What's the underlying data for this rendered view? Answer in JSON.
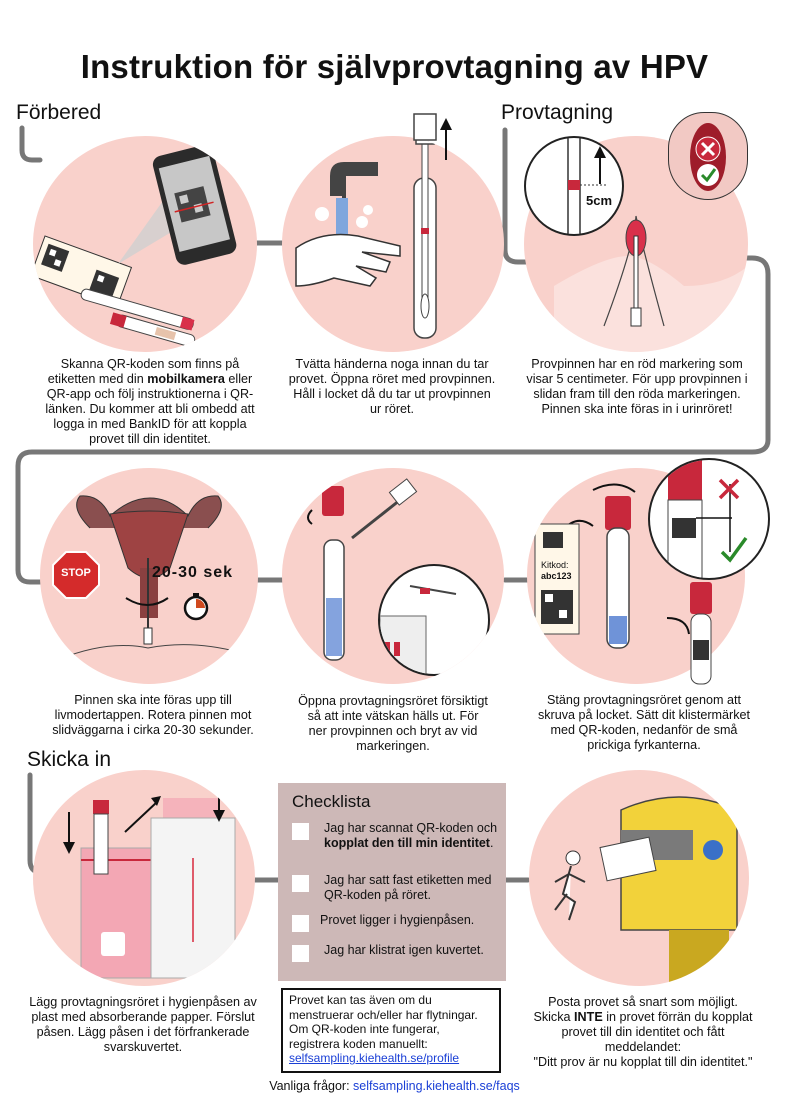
{
  "title": "Instruktion för självprovtagning av HPV",
  "sections": {
    "prepare": "Förbered",
    "sampling": "Provtagning",
    "send": "Skicka in"
  },
  "steps": [
    {
      "caption_html": "Skanna QR-koden som finns på etiketten med din <b>mobilkamera</b> eller QR-app och följ instruktionerna i QR-länken. Du kommer att bli ombedd att logga in med BankID för att koppla provet till din identitet."
    },
    {
      "caption_html": "Tvätta händerna noga innan du tar provet. Öppna röret med provpinnen. Håll i locket då du tar ut provpinnen ur röret."
    },
    {
      "caption_html": "Provpinnen har en röd markering som visar 5 centimeter. För upp provpinnen i slidan fram till den röda markeringen. Pinnen ska inte föras in i urinröret!"
    },
    {
      "caption_html": "Pinnen ska inte föras upp till livmodertappen. Rotera pinnen mot slidväggarna i cirka 20-30 sekunder."
    },
    {
      "caption_html": "Öppna provtagningsröret försiktigt så att inte vätskan hälls ut. För ner provpinnen och bryt av vid markeringen."
    },
    {
      "caption_html": "Stäng provtagningsröret genom att skruva på locket. Sätt dit klistermärket med QR-koden, nedanför de små prickiga fyrkanterna."
    },
    {
      "caption_html": "Lägg provtagningsröret i hygienpåsen av plast med absorberande papper. Förslut påsen. Lägg påsen i det förfrankerade svarskuvertet."
    },
    {
      "caption_html": "Posta provet så snart som möjligt. Skicka <b>INTE</b> in provet förrän du kopplat provet till din identitet och fått meddelandet:<br>\"Ditt prov är nu kopplat till din identitet.\""
    }
  ],
  "illustrations": {
    "kitcode_label": "Kitkod:",
    "kitcode_value": "abc123",
    "marker_label": "5cm",
    "stop_sign": "STOP",
    "duration": "20-30 sek"
  },
  "checklist": {
    "title": "Checklista",
    "items": [
      {
        "html": "Jag har scannat QR-koden och <b>kopplat den till min identitet</b>."
      },
      {
        "html": "Jag har satt fast etiketten med QR-koden på röret."
      },
      {
        "html": "Provet ligger i hygienpåsen."
      },
      {
        "html": "Jag har klistrat igen kuvertet."
      }
    ]
  },
  "note": {
    "line1": "Provet kan tas även om du menstruerar och/eller har flytningar.",
    "line2": "Om QR-koden inte fungerar, registrera koden manuellt:",
    "link": "selfsampling.kiehealth.se/profile"
  },
  "faq": {
    "label": "Vanliga frågor:",
    "link": "selfsampling.kiehealth.se/faqs"
  },
  "colors": {
    "circle": "#f9d1cb",
    "connector": "#777777",
    "checklist_bg": "#cdb8b7",
    "link": "#1a3fd6",
    "marker_red": "#c8283c",
    "mailbox_yellow": "#f2d23a"
  }
}
